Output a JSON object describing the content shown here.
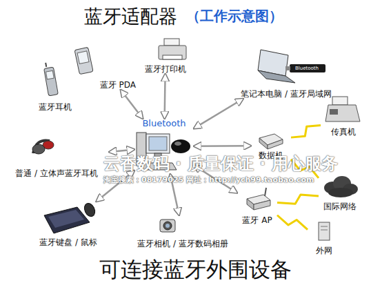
{
  "diagram": {
    "title": "蓝牙适配器",
    "caption": "可连接蓝牙外围设备",
    "nodes": [
      {
        "text": [
          "蓝牙打印机"
        ]
      },
      {
        "text": [
          "蓝牙 PDA"
        ]
      },
      {
        "text": [
          "笔记本电脑 / 蓝牙局域网"
        ]
      },
      {
        "text": [
          "蓝牙耳机"
        ]
      },
      {
        "text": [
          "传真机"
        ]
      },
      {
        "text": [
          "Bluetooth"
        ]
      },
      {
        "text": [
          "数据机"
        ]
      },
      {
        "text": [
          "普通 / 立体声蓝牙耳机"
        ]
      },
      {
        "text": [
          "国际网络"
        ]
      },
      {
        "text": [
          "蓝牙 AP"
        ]
      },
      {
        "text": [
          "蓝牙键盘 / 鼠标"
        ]
      },
      {
        "text": [
          "蓝牙相机 / 蓝牙数码相册"
        ]
      },
      {
        "text": [
          "外网"
        ]
      }
    ],
    "edges": [
      {
        "from": 5,
        "to": 1,
        "arrow": "both"
      },
      {
        "from": 5,
        "to": 0,
        "arrow": "both"
      },
      {
        "from": 5,
        "to": 2,
        "arrow": "both"
      },
      {
        "from": 5,
        "to": 7,
        "arrow": "both"
      },
      {
        "from": 5,
        "to": 6,
        "arrow": "both"
      },
      {
        "from": 5,
        "to": 10,
        "arrow": "both"
      },
      {
        "from": 5,
        "to": 11,
        "arrow": "both"
      },
      {
        "from": 5,
        "to": 9,
        "arrow": "both"
      },
      {
        "from": 6,
        "to": 4,
        "arrow": "none"
      },
      {
        "from": 6,
        "to": 8,
        "arrow": "none"
      },
      {
        "from": 9,
        "to": 8,
        "arrow": "none"
      },
      {
        "from": 9,
        "to": 12,
        "arrow": "none"
      }
    ],
    "labels": [
      "（工作示意图）",
      "Bluetooth",
      "云香数码 · 质量保证 · 用心服务",
      "淘宝搜索：08179025  网址：http://ych99.taobao.com"
    ]
  }
}
